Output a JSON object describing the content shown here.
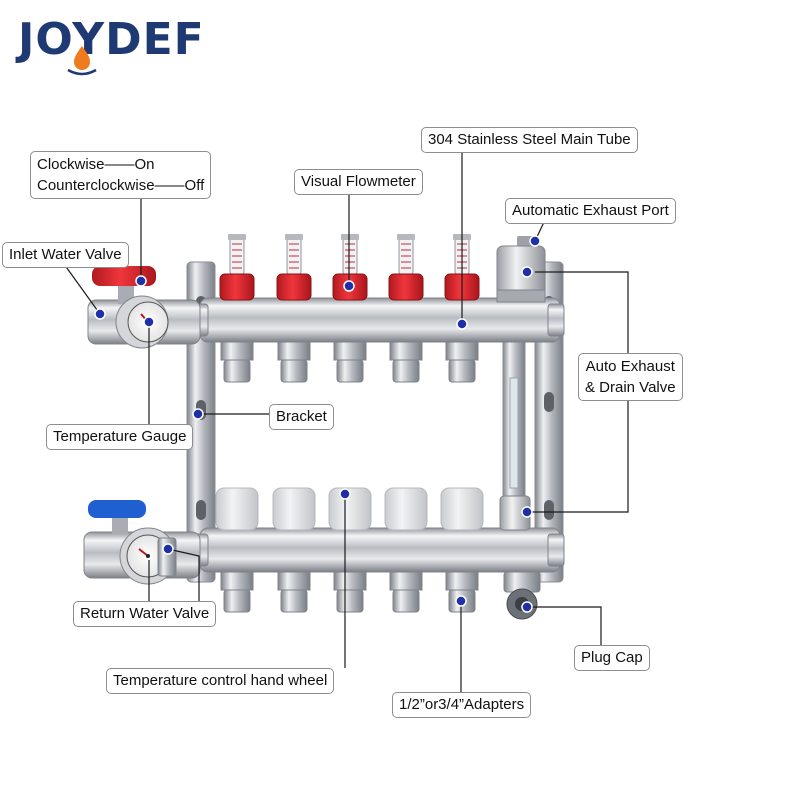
{
  "brand": {
    "name": "JOYDEF"
  },
  "colors": {
    "leader": "#1a1a1a",
    "dot": "#1e2fa8",
    "handle_red": "#d6232a",
    "handle_blue": "#1f5fd0",
    "brand": "#1f3a73",
    "brand_drop": "#f07a1e"
  },
  "labels": {
    "clockwise": "Clockwise——On",
    "counterclockwise": "Counterclockwise——Off",
    "inlet_valve": "Inlet Water Valve",
    "visual_flowmeter": "Visual Flowmeter",
    "main_tube": "304 Stainless Steel Main Tube",
    "exhaust_port": "Automatic Exhaust Port",
    "auto_exhaust_line1": "Auto Exhaust",
    "auto_exhaust_line2": "& Drain Valve",
    "bracket": "Bracket",
    "temperature_gauge": "Temperature Gauge",
    "return_valve": "Return Water Valve",
    "plug_cap": "Plug Cap",
    "hand_wheel": "Temperature control hand wheel",
    "adapters": "1/2”or3/4”Adapters"
  }
}
